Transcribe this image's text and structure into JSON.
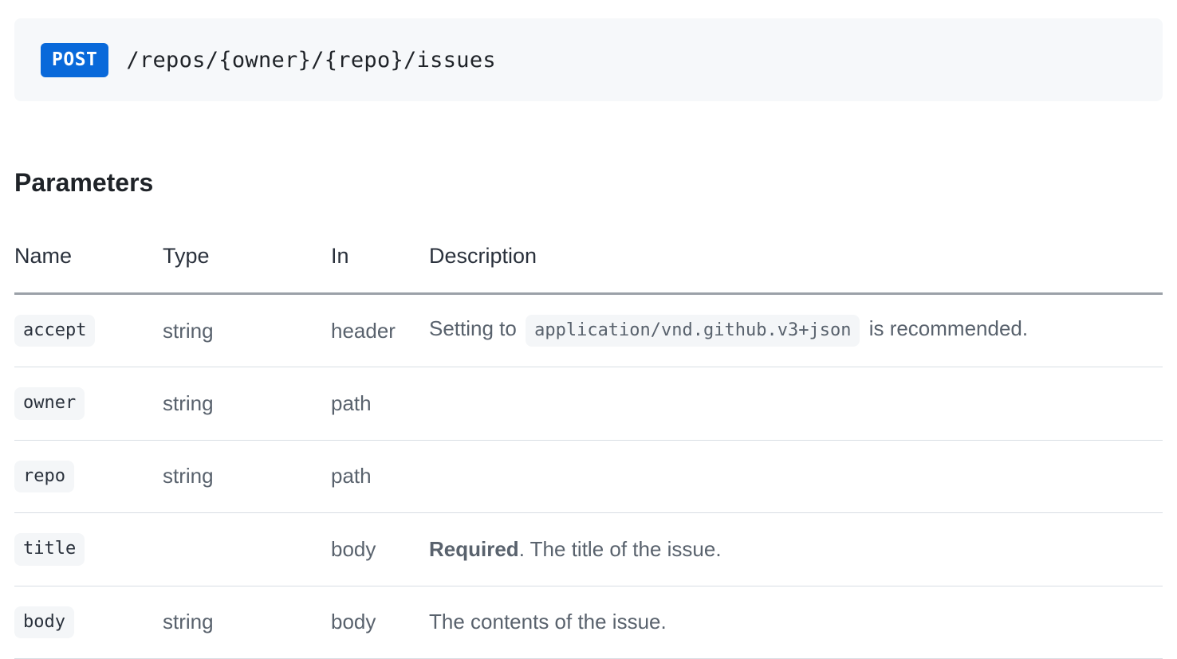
{
  "endpoint": {
    "method": "POST",
    "path": "/repos/{owner}/{repo}/issues"
  },
  "parameters": {
    "heading": "Parameters",
    "headers": {
      "name": "Name",
      "type": "Type",
      "in": "In",
      "description": "Description"
    },
    "rows": [
      {
        "name": "accept",
        "type": "string",
        "in": "header",
        "desc_before": "Setting to",
        "desc_code": "application/vnd.github.v3+json",
        "desc_after": " is recommended."
      },
      {
        "name": "owner",
        "type": "string",
        "in": "path",
        "desc": ""
      },
      {
        "name": "repo",
        "type": "string",
        "in": "path",
        "desc": ""
      },
      {
        "name": "title",
        "type": "",
        "in": "body",
        "desc_bold": "Required",
        "desc_after": ". The title of the issue."
      },
      {
        "name": "body",
        "type": "string",
        "in": "body",
        "desc": "The contents of the issue."
      }
    ]
  },
  "colors": {
    "method_badge_bg": "#0969da",
    "method_badge_text": "#ffffff",
    "endpoint_box_bg": "#f6f8fa",
    "code_chip_bg": "#f4f6f8",
    "heading_text": "#1f2328",
    "body_text": "#59626d",
    "thick_border": "#9ba1a8",
    "row_border": "#d8dee4",
    "page_bg": "#ffffff"
  }
}
